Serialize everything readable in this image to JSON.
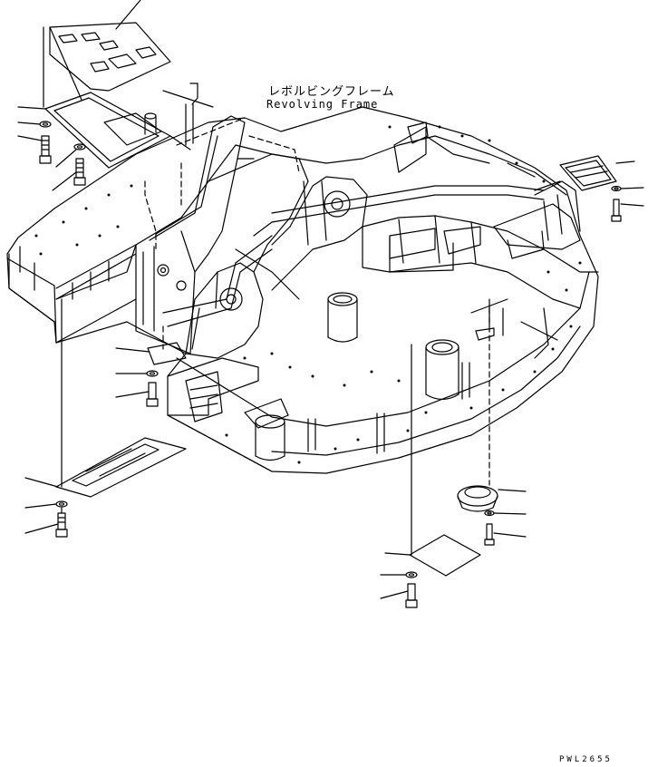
{
  "frame_label": {
    "japanese": "レボルビングフレーム",
    "english": "Revolving Frame"
  },
  "drawing_code": "PWL2655"
}
